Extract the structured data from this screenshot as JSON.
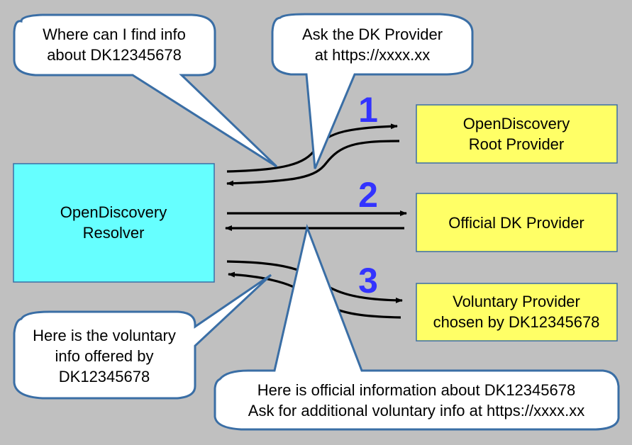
{
  "colors": {
    "background": "#c0c0c0",
    "resolver_fill": "#66ffff",
    "provider_fill": "#ffff66",
    "border": "#3a6ea5",
    "step_number": "#3333ff"
  },
  "nodes": {
    "resolver": {
      "lines": [
        "OpenDiscovery",
        "Resolver"
      ]
    },
    "root_provider": {
      "lines": [
        "OpenDiscovery",
        "Root Provider"
      ]
    },
    "official_provider": {
      "lines": [
        "Official DK Provider"
      ]
    },
    "voluntary_provider": {
      "lines": [
        "Voluntary Provider",
        "chosen by DK12345678"
      ]
    }
  },
  "steps": [
    "1",
    "2",
    "3"
  ],
  "bubbles": {
    "query": {
      "lines": [
        "Where can I find info",
        "about DK12345678"
      ]
    },
    "root_reply": {
      "lines": [
        "Ask the DK Provider",
        "at https://xxxx.xx"
      ]
    },
    "official_reply": {
      "lines": [
        "Here is official information about DK12345678",
        "Ask for additional voluntary info at https://xxxx.xx"
      ]
    },
    "voluntary_reply": {
      "lines": [
        "Here is the voluntary",
        "info offered by",
        "DK12345678"
      ]
    }
  }
}
